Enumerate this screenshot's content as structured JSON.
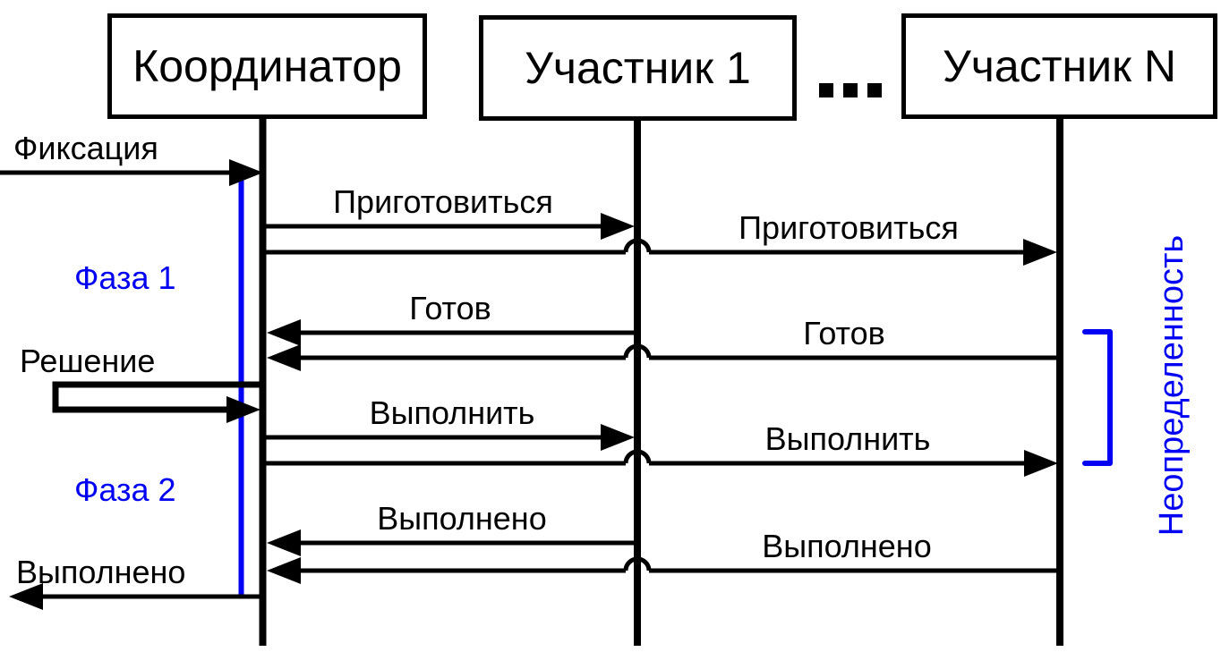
{
  "diagram": {
    "type": "sequence-diagram",
    "topic": "Two-phase commit protocol",
    "colors": {
      "ink": "#000000",
      "accent": "#0000f2",
      "background": "#ffffff"
    },
    "actors": [
      {
        "id": "coordinator",
        "label": "Координатор"
      },
      {
        "id": "participant-1",
        "label": "Участник 1"
      },
      {
        "id": "participant-n",
        "label": "Участник N"
      }
    ],
    "ellipsis": "...",
    "phases": [
      {
        "id": "phase-1",
        "label": "Фаза 1"
      },
      {
        "id": "phase-2",
        "label": "Фаза 2"
      }
    ],
    "messages": [
      {
        "id": "commit-request-in",
        "label": "Фиксация",
        "from": "external",
        "to": "coordinator"
      },
      {
        "id": "prepare-1",
        "label": "Приготовиться",
        "from": "coordinator",
        "to": "participant-1"
      },
      {
        "id": "prepare-n",
        "label": "Приготовиться",
        "from": "coordinator",
        "to": "participant-n"
      },
      {
        "id": "ready-1",
        "label": "Готов",
        "from": "participant-1",
        "to": "coordinator"
      },
      {
        "id": "ready-n",
        "label": "Готов",
        "from": "participant-n",
        "to": "coordinator"
      },
      {
        "id": "decision-self",
        "label": "Решение",
        "from": "coordinator",
        "to": "coordinator"
      },
      {
        "id": "execute-1",
        "label": "Выполнить",
        "from": "coordinator",
        "to": "participant-1"
      },
      {
        "id": "execute-n",
        "label": "Выполнить",
        "from": "coordinator",
        "to": "participant-n"
      },
      {
        "id": "done-1",
        "label": "Выполнено",
        "from": "participant-1",
        "to": "coordinator"
      },
      {
        "id": "done-n",
        "label": "Выполнено",
        "from": "participant-n",
        "to": "coordinator"
      },
      {
        "id": "done-out",
        "label": "Выполнено",
        "from": "coordinator",
        "to": "external"
      }
    ],
    "annotations": {
      "uncertainty_label": "Неопределенность"
    }
  }
}
